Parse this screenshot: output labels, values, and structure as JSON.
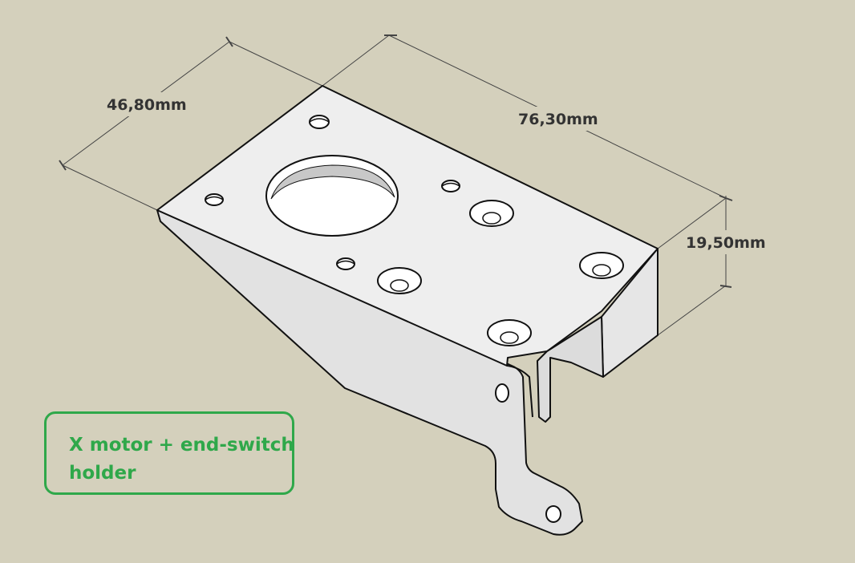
{
  "dimensions": {
    "depth": "46,80mm",
    "length": "76,30mm",
    "height": "19,50mm"
  },
  "caption": {
    "line1": "X motor + end-switch",
    "line2": "holder"
  },
  "colors": {
    "background": "#d4d0bc",
    "part_face": "#eeeeee",
    "part_side": "#e4e4e4",
    "edge": "#111111",
    "dimension_line": "#444444",
    "caption_green": "#2fa84a"
  }
}
